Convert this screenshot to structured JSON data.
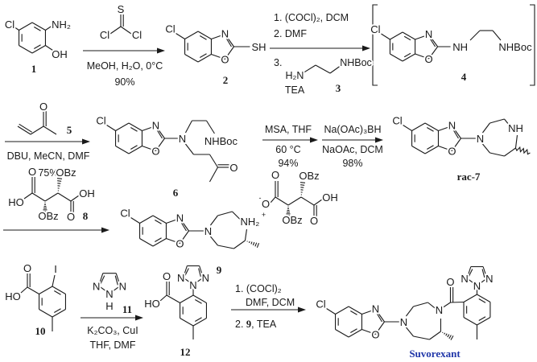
{
  "compound_1": {
    "label": "1",
    "cl": "Cl",
    "nh2": "NH₂",
    "oh": "OH"
  },
  "thiophosgene": {
    "s": "S",
    "cl_left": "Cl",
    "cl_right": "Cl"
  },
  "step1": {
    "conditions": "MeOH, H₂O, 0°C",
    "yield": "90%"
  },
  "compound_2": {
    "label": "2",
    "cl": "Cl",
    "n": "N",
    "o": "O",
    "sh": "SH"
  },
  "step2": {
    "line1": "1. (COCl)₂, DCM",
    "line2": "2. DMF",
    "line3": "3.",
    "h2n": "H₂N",
    "nhboc": "NHBoc",
    "tea": "TEA",
    "reagent_label": "3"
  },
  "compound_4": {
    "label": "4",
    "cl": "Cl",
    "n": "N",
    "o": "O",
    "nh": "NH",
    "nhboc": "NHBoc"
  },
  "reagent_5": {
    "o": "O",
    "label": "5"
  },
  "step3": {
    "conditions": "DBU, MeCN, DMF",
    "yield": "75%"
  },
  "compound_6": {
    "label": "6",
    "cl": "Cl",
    "n": "N",
    "o": "O",
    "n_amine": "N",
    "nhboc": "NHBoc",
    "o_ketone": "O"
  },
  "step4": {
    "above": "MSA, THF",
    "below": "60 °C",
    "yield": "94%"
  },
  "step5": {
    "above": "Na(OAc)₃BH",
    "below": "NaOAc, DCM",
    "yield": "98%"
  },
  "compound_7": {
    "label": "rac-7",
    "cl": "Cl",
    "n": "N",
    "o": "O",
    "n_amine": "N",
    "nh": "NH"
  },
  "reagent_8": {
    "label": "8",
    "ho": "HO",
    "o1": "O",
    "obz_top": "OBz",
    "oh": "OH",
    "obz_bottom": "OBz",
    "o2": "O"
  },
  "compound_9": {
    "label": "9",
    "cl": "Cl",
    "n": "N",
    "o": "O",
    "n_amine": "N",
    "nh2": "NH₂",
    "plus": "+",
    "o_minus": "O",
    "minus": "-",
    "o1": "O",
    "obz_top": "OBz",
    "oh": "OH",
    "obz_bottom": "OBz",
    "o2": "O"
  },
  "compound_10": {
    "label": "10",
    "o": "O",
    "ho": "HO",
    "i": "I"
  },
  "reagent_11": {
    "label": "11",
    "n_left": "N",
    "n_right": "N",
    "n_bottom": "N",
    "h": "H"
  },
  "step6": {
    "line1": "K₂CO₃, CuI",
    "line2": "THF, DMF"
  },
  "compound_12": {
    "label": "12",
    "o": "O",
    "ho": "HO",
    "n1": "N",
    "n2": "N",
    "n3": "N"
  },
  "step7": {
    "line1": "1. (COCl)₂",
    "line2": "DMF, DCM",
    "line3_prefix": "2. ",
    "line3_ref": "9",
    "line3_suffix": ", TEA"
  },
  "suvorexant": {
    "label": "Suvorexant",
    "cl": "Cl",
    "n": "N",
    "o": "O",
    "n_amine": "N",
    "n_amide": "N",
    "o_carbonyl": "O",
    "n1": "N",
    "n2": "N",
    "n3": "N"
  },
  "colors": {
    "name_label": "#1f35a8",
    "ink": "#1a1a1a"
  }
}
